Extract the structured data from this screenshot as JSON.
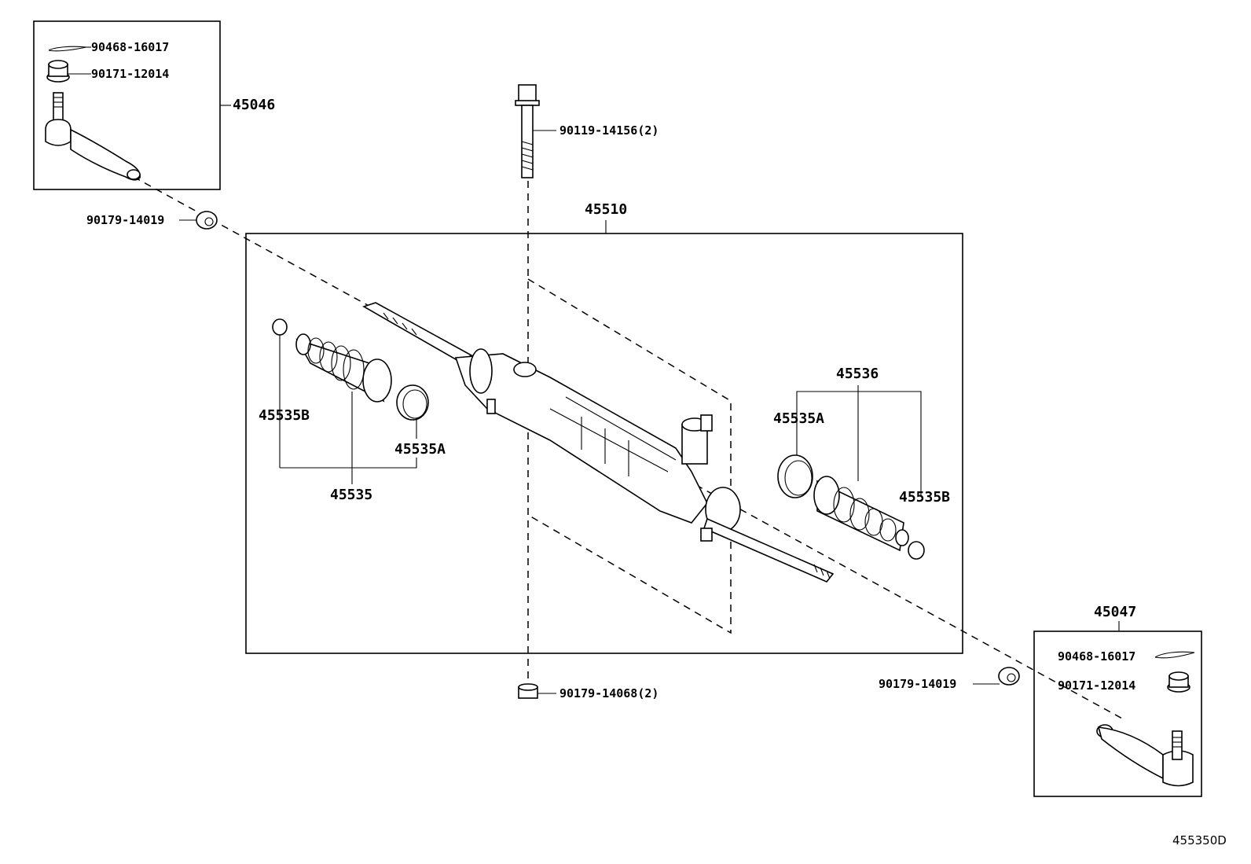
{
  "parts": {
    "p_45046": "45046",
    "p_45047": "45047",
    "p_45510": "45510",
    "p_45536": "45536",
    "p_45535": "45535",
    "p_45535A_left": "45535A",
    "p_45535B_left": "45535B",
    "p_45535A_right": "45535A",
    "p_45535B_right": "45535B",
    "cotter_pin_left": "90468-16017",
    "castle_nut_left": "90171-12014",
    "lock_nut_left": "90179-14019",
    "bolt_top": "90119-14156(2)",
    "nut_bottom": "90179-14068(2)",
    "cotter_pin_right": "90468-16017",
    "castle_nut_right": "90171-12014",
    "lock_nut_right": "90179-14019"
  },
  "diagram_code": "455350D"
}
